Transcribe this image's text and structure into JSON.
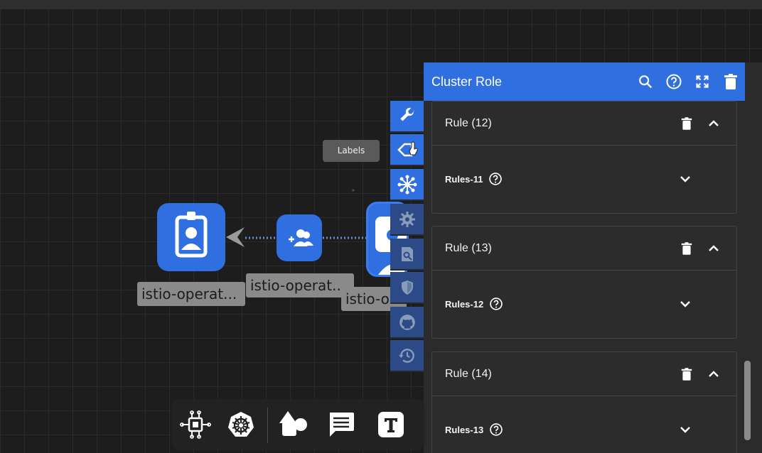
{
  "canvas": {
    "nodes": [
      {
        "name": "service-account-node",
        "label": "istio-operat..."
      },
      {
        "name": "role-binding-node",
        "label": "istio-operat..."
      },
      {
        "name": "cluster-role-node",
        "label": "istio-o"
      }
    ],
    "tooltip": "Labels"
  },
  "toolstrip": {
    "items": [
      {
        "icon": "wrench-icon",
        "active": true
      },
      {
        "icon": "label-tag-icon",
        "active": true
      },
      {
        "icon": "network-icon",
        "active": true
      },
      {
        "icon": "gear-icon",
        "active": false
      },
      {
        "icon": "search-document-icon",
        "active": false
      },
      {
        "icon": "shield-icon",
        "active": false
      },
      {
        "icon": "github-icon",
        "active": false
      },
      {
        "icon": "history-icon",
        "active": false
      }
    ]
  },
  "panel": {
    "title": "Cluster Role",
    "header_icons": [
      "search-icon",
      "help-icon",
      "fullscreen-icon",
      "delete-icon"
    ],
    "rules": [
      {
        "title": "Rule (12)",
        "sub_label": "Rules-11"
      },
      {
        "title": "Rule (13)",
        "sub_label": "Rules-12"
      },
      {
        "title": "Rule (14)",
        "sub_label": "Rules-13"
      }
    ]
  },
  "bottom_toolbar": {
    "items": [
      "component-icon",
      "kubernetes-icon",
      "shapes-icon",
      "comment-icon",
      "text-icon"
    ]
  },
  "colors": {
    "accent": "#2f6fe0",
    "accent_dim": "#2b4a87",
    "canvas_bg": "#1d1d1d",
    "panel_bg": "#2b2b2b"
  }
}
